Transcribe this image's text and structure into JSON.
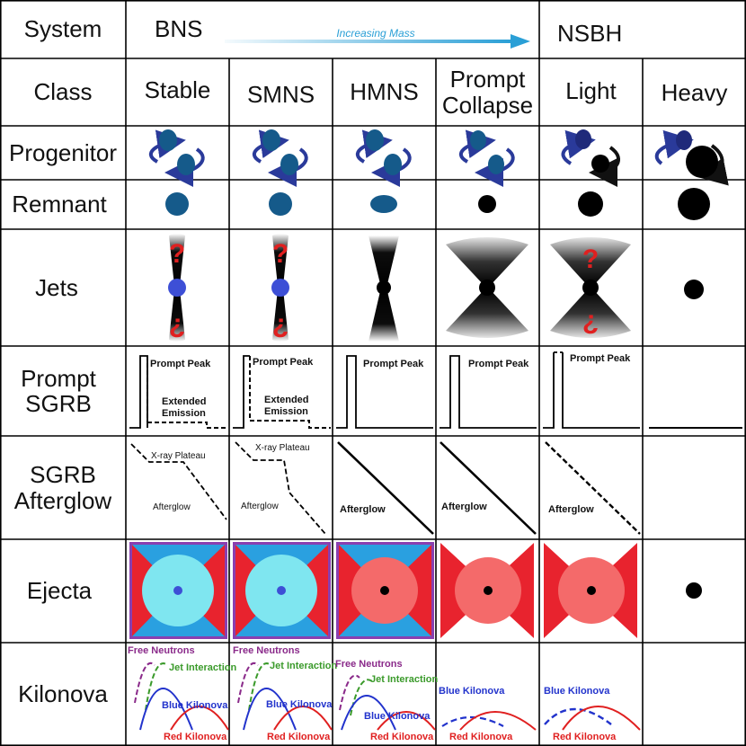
{
  "system": {
    "header": "System",
    "bns": "BNS",
    "nsbh": "NSBH",
    "arrow_text": "Increasing Mass"
  },
  "row_headers": {
    "class": "Class",
    "progenitor": "Progenitor",
    "remnant": "Remnant",
    "jets": "Jets",
    "prompt_sgrb_1": "Prompt",
    "prompt_sgrb_2": "SGRB",
    "afterglow_1": "SGRB",
    "afterglow_2": "Afterglow",
    "ejecta": "Ejecta",
    "kilonova": "Kilonova"
  },
  "classes": {
    "stable": "Stable",
    "smns": "SMNS",
    "hmns": "HMNS",
    "prompt_collapse_1": "Prompt",
    "prompt_collapse_2": "Collapse",
    "light": "Light",
    "heavy": "Heavy"
  },
  "sgrb_labels": {
    "prompt_peak": "Prompt Peak",
    "extended_1": "Extended",
    "extended_2": "Emission"
  },
  "afterglow_labels": {
    "plateau": "X-ray Plateau",
    "afterglow": "Afterglow"
  },
  "kilonova_labels": {
    "free_neutrons": "Free Neutrons",
    "jet_interaction": "Jet Interaction",
    "blue": "Blue Kilonova",
    "red": "Red Kilonova"
  },
  "jets_labels": {
    "question_top": "?",
    "question_bottom": "¿"
  },
  "colors": {
    "ns_blue": "#155a8a",
    "orbit_arrow": "#2a3a9a",
    "jet_core": "#3d4fd6",
    "ejecta_red": "#e8232e",
    "ejecta_cyan": "#7fe6f0",
    "ejecta_blue": "#2aa0e0",
    "ejecta_salmon": "#f46a6a",
    "ejecta_purple": "#8a3fb0",
    "free_neutrons": "#8a2a8a",
    "jet_interaction": "#3a9a2a",
    "blue_kilonova": "#2233cc",
    "red_kilonova": "#e02020",
    "arrow": "#2a9fd6"
  }
}
